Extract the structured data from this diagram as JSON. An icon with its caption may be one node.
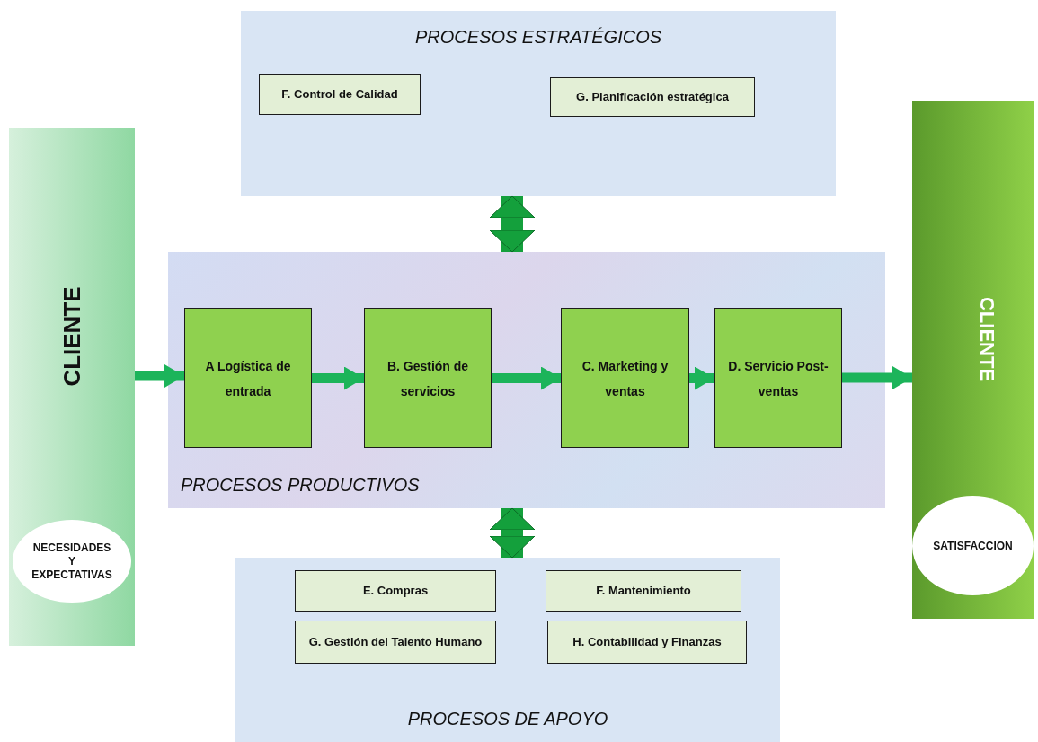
{
  "diagram": {
    "nodes": [
      {
        "text": [
          "CLIENTE"
        ]
      },
      {
        "text": [
          "NECESIDADES Y EXPECTATIVAS"
        ],
        "in": 0
      },
      {
        "text": [
          "PROCESOS ESTRATÉGICOS"
        ]
      },
      {
        "text": [
          "F. Control de Calidad"
        ],
        "in": 2
      },
      {
        "text": [
          "G. Planificación estratégica"
        ],
        "in": 2
      },
      {
        "text": [
          "PROCESOS PRODUCTIVOS"
        ]
      },
      {
        "text": [
          "A Logística de entrada"
        ],
        "in": 5
      },
      {
        "text": [
          "B. Gestión de servicios"
        ],
        "in": 5
      },
      {
        "text": [
          "C. Marketing y ventas"
        ],
        "in": 5
      },
      {
        "text": [
          "D. Servicio Post-ventas"
        ],
        "in": 5
      },
      {
        "text": [
          "PROCESOS DE APOYO"
        ]
      },
      {
        "text": [
          "E. Compras"
        ],
        "in": 10
      },
      {
        "text": [
          "F. Mantenimiento"
        ],
        "in": 10
      },
      {
        "text": [
          "G. Gestión del Talento Humano"
        ],
        "in": 10
      },
      {
        "text": [
          "H. Contabilidad y Finanzas"
        ],
        "in": 10
      },
      {
        "text": [
          "CLIENTE"
        ]
      },
      {
        "text": [
          "SATISFACCION"
        ],
        "in": 15
      }
    ],
    "edges": [
      {
        "from": 0,
        "to": 6,
        "arrow": "to"
      },
      {
        "from": 6,
        "to": 7,
        "arrow": "to"
      },
      {
        "from": 7,
        "to": 8,
        "arrow": "to"
      },
      {
        "from": 8,
        "to": 9,
        "arrow": "to"
      },
      {
        "from": 9,
        "to": 15,
        "arrow": "to"
      },
      {
        "from": 2,
        "to": 5,
        "arrow": "both",
        "style": "thick",
        "color": "#14a03c"
      },
      {
        "from": 5,
        "to": 10,
        "arrow": "both",
        "style": "thick",
        "color": "#14a03c"
      }
    ]
  }
}
